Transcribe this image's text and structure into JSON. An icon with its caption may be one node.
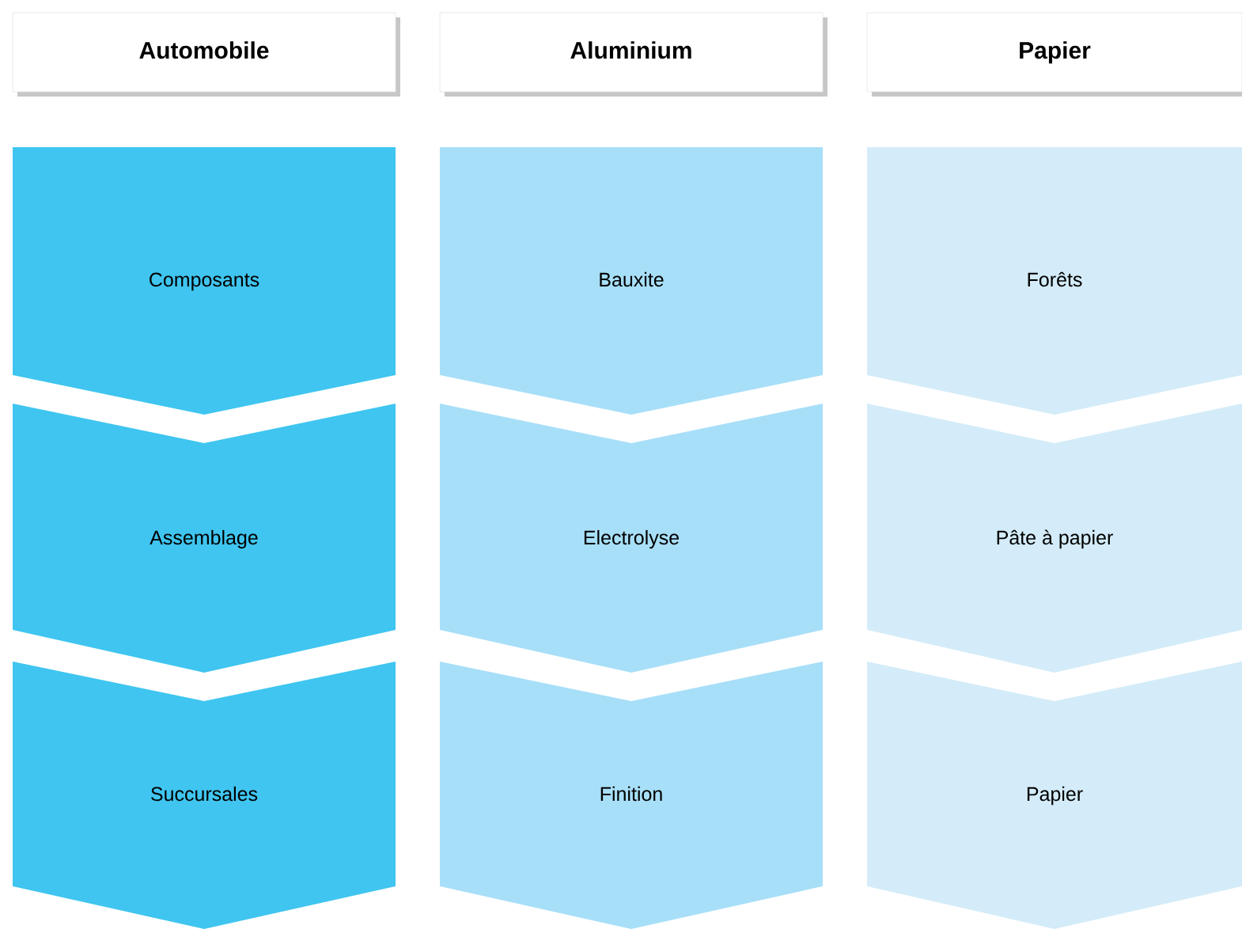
{
  "diagram": {
    "nodes": [
      {
        "text": [
          "Automobile"
        ]
      },
      {
        "text": [
          "Aluminium"
        ]
      },
      {
        "text": [
          "Papier"
        ]
      },
      {
        "text": [
          "Composants"
        ]
      },
      {
        "text": [
          "Bauxite"
        ]
      },
      {
        "text": [
          "Forêts"
        ]
      },
      {
        "text": [
          "Assemblage"
        ]
      },
      {
        "text": [
          "Electrolyse"
        ]
      },
      {
        "text": [
          "Pâte à papier"
        ]
      },
      {
        "text": [
          "Succursales"
        ]
      },
      {
        "text": [
          "Finition"
        ]
      },
      {
        "text": [
          "Papier"
        ]
      }
    ]
  }
}
